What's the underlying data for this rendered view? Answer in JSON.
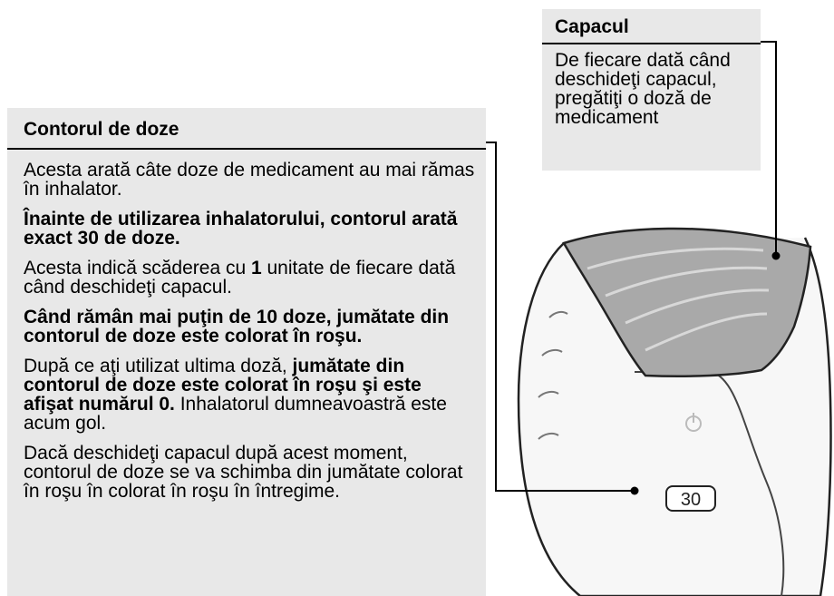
{
  "counter_panel": {
    "title": "Contorul de doze",
    "p1": "Acesta arată câte doze de medicament au mai rămas în inhalator.",
    "p2": "Înainte de utilizarea inhalatorului, contorul arată exact 30 de doze.",
    "p3_before": "Acesta indică scăderea cu ",
    "p3_bold": "1",
    "p3_after": " unitate de fiecare dată când deschideţi capacul.",
    "p4": "Când rămân mai puţin de 10 doze, jumătate din contorul de doze este colorat în roşu.",
    "p5_before": "După ce aţi utilizat ultima doză, ",
    "p5_bold": "jumătate din contorul de doze este colorat în roşu şi este afişat numărul 0.",
    "p5_after": " Inhalatorul dumneavoastră este acum gol.",
    "p6": "Dacă deschideţi capacul după acest moment, contorul de doze se va schimba din jumătate colorat în roşu în colorat în roşu în întregime."
  },
  "cap_panel": {
    "title": "Capacul",
    "text": "De fiecare dată când deschideţi capacul, pregătiţi o doză de medicament"
  },
  "device": {
    "counter_display": "30"
  },
  "colors": {
    "panel_bg": "#e8e8e8",
    "cap_fill": "#a9a9a9",
    "body_fill": "#f7f7f7"
  }
}
